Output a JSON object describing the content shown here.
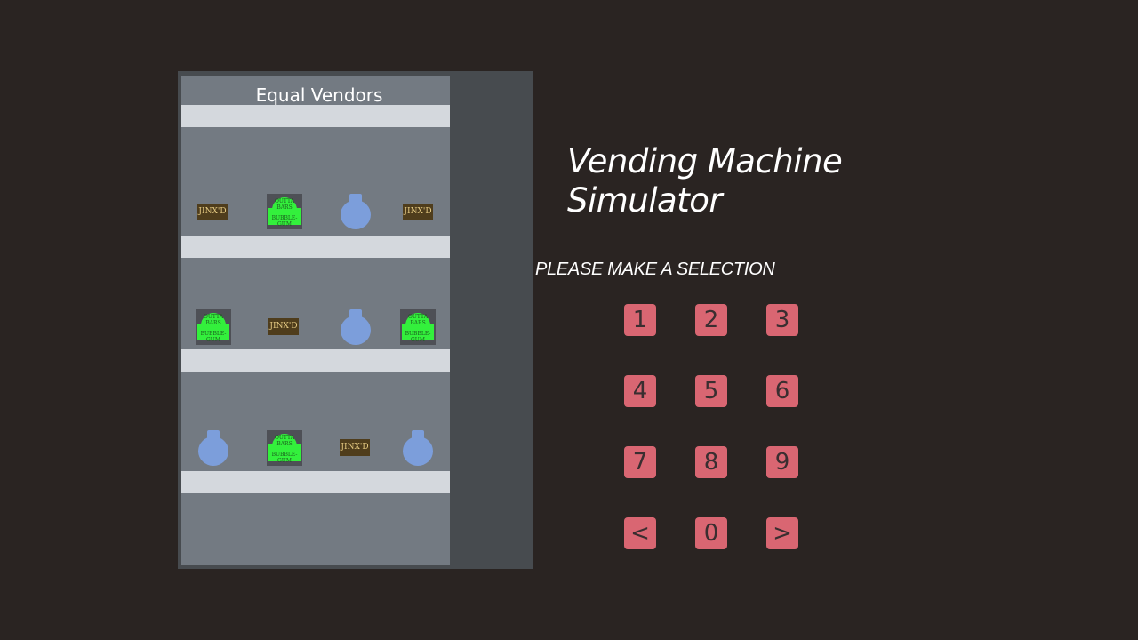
{
  "machine": {
    "brand": "Equal Vendors",
    "items": {
      "jinx_label": "JINX'D",
      "bar_top": "OUTTA BARS",
      "bar_bottom": "BUBBLE-GUM"
    }
  },
  "title": {
    "line1": "Vending Machine",
    "line2": "Simulator"
  },
  "prompt": "PLEASE MAKE A SELECTION",
  "keypad": {
    "k1": "1",
    "k2": "2",
    "k3": "3",
    "k4": "4",
    "k5": "5",
    "k6": "6",
    "k7": "7",
    "k8": "8",
    "k9": "9",
    "prev": "<",
    "k0": "0",
    "next": ">"
  },
  "colors": {
    "background": "#2a2422",
    "key": "#d96672",
    "bar_green": "#33f03c",
    "bottle_blue": "#7c9edb"
  },
  "icons": [
    "bottle-icon",
    "candy-bar-icon",
    "jinxd-pack-icon"
  ]
}
